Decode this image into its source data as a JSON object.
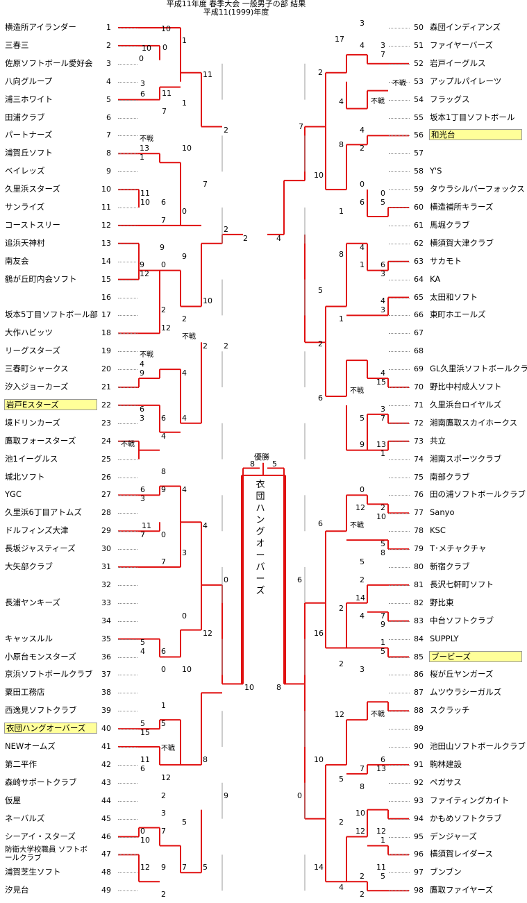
{
  "title_line1": "平成11年度 春季大会 一般男子の部 結果",
  "title_line2": "平成11(1999)年度",
  "champion_label": "優勝",
  "champion_name": "衣団ハングオーバーズ",
  "final_scores": {
    "left": "8",
    "right": "5"
  },
  "left_teams": [
    {
      "n": "1",
      "name": "横造所アイランダー"
    },
    {
      "n": "2",
      "name": "三春三"
    },
    {
      "n": "3",
      "name": "佐原ソフトボール愛好会"
    },
    {
      "n": "4",
      "name": "八向グループ"
    },
    {
      "n": "5",
      "name": "浦三ホワイト"
    },
    {
      "n": "6",
      "name": "田浦クラブ"
    },
    {
      "n": "7",
      "name": "パートナーズ"
    },
    {
      "n": "8",
      "name": "浦賀丘ソフト"
    },
    {
      "n": "9",
      "name": "ベイレッズ"
    },
    {
      "n": "10",
      "name": "久里浜スターズ"
    },
    {
      "n": "11",
      "name": "サンライズ"
    },
    {
      "n": "12",
      "name": "コーストスリー"
    },
    {
      "n": "13",
      "name": "追浜天神村"
    },
    {
      "n": "14",
      "name": "南友会"
    },
    {
      "n": "15",
      "name": "鶴が丘町内会ソフト"
    },
    {
      "n": "16",
      "name": ""
    },
    {
      "n": "17",
      "name": "坂本5丁目ソフトボール部"
    },
    {
      "n": "18",
      "name": "大作ハビッツ"
    },
    {
      "n": "19",
      "name": "リーグスターズ"
    },
    {
      "n": "20",
      "name": "三春町シャークス"
    },
    {
      "n": "21",
      "name": "汐入ジョーカーズ"
    },
    {
      "n": "22",
      "name": "岩戸Eスターズ",
      "hl": true
    },
    {
      "n": "23",
      "name": "境ドリンカーズ"
    },
    {
      "n": "24",
      "name": "鷹取フォースターズ"
    },
    {
      "n": "25",
      "name": "池1イーグルス"
    },
    {
      "n": "26",
      "name": "城北ソフト"
    },
    {
      "n": "27",
      "name": "YGC"
    },
    {
      "n": "28",
      "name": "久里浜6丁目アトムズ"
    },
    {
      "n": "29",
      "name": "ドルフィンズ大津"
    },
    {
      "n": "30",
      "name": "長坂ジャスティーズ"
    },
    {
      "n": "31",
      "name": "大矢部クラブ"
    },
    {
      "n": "32",
      "name": ""
    },
    {
      "n": "33",
      "name": "長浦ヤンキーズ"
    },
    {
      "n": "34",
      "name": ""
    },
    {
      "n": "35",
      "name": "キャッスルル"
    },
    {
      "n": "36",
      "name": "小原台モンスターズ"
    },
    {
      "n": "37",
      "name": "京浜ソフトボールクラブ"
    },
    {
      "n": "38",
      "name": "粟田工務店"
    },
    {
      "n": "39",
      "name": "西逸見ソフトクラブ"
    },
    {
      "n": "40",
      "name": "衣団ハングオーバーズ",
      "hl": true
    },
    {
      "n": "41",
      "name": "NEWオームズ"
    },
    {
      "n": "42",
      "name": "第二平作"
    },
    {
      "n": "43",
      "name": "森崎サポートクラブ"
    },
    {
      "n": "44",
      "name": "仮屋"
    },
    {
      "n": "45",
      "name": "ネーバルズ"
    },
    {
      "n": "46",
      "name": "シーアイ・スターズ"
    },
    {
      "n": "47",
      "name": "防衛大学校職員 ソフトボールクラブ",
      "small": true
    },
    {
      "n": "48",
      "name": "浦賀芝生ソフト"
    },
    {
      "n": "49",
      "name": "汐見台"
    }
  ],
  "right_teams": [
    {
      "n": "50",
      "name": "森団インディアンズ"
    },
    {
      "n": "51",
      "name": "ファイヤーバーズ"
    },
    {
      "n": "52",
      "name": "岩戸イーグルス"
    },
    {
      "n": "53",
      "name": "アップルパイレーツ"
    },
    {
      "n": "54",
      "name": "フラッグス"
    },
    {
      "n": "55",
      "name": "坂本1丁目ソフトボール"
    },
    {
      "n": "56",
      "name": "和光台",
      "hl": true
    },
    {
      "n": "57",
      "name": ""
    },
    {
      "n": "58",
      "name": "Y'S"
    },
    {
      "n": "59",
      "name": "タウラシルバーフォックス"
    },
    {
      "n": "60",
      "name": "横造補所キラーズ"
    },
    {
      "n": "61",
      "name": "馬堀クラブ"
    },
    {
      "n": "62",
      "name": "横須賀大津クラブ"
    },
    {
      "n": "63",
      "name": "サカモト"
    },
    {
      "n": "64",
      "name": "KA"
    },
    {
      "n": "65",
      "name": "太田和ソフト"
    },
    {
      "n": "66",
      "name": "東町ホエールズ"
    },
    {
      "n": "67",
      "name": ""
    },
    {
      "n": "68",
      "name": ""
    },
    {
      "n": "69",
      "name": "GL久里浜ソフトボールクラブ"
    },
    {
      "n": "70",
      "name": "野比中村成人ソフト"
    },
    {
      "n": "71",
      "name": "久里浜台ロイヤルズ"
    },
    {
      "n": "72",
      "name": "湘南鷹取スカイホークス"
    },
    {
      "n": "73",
      "name": "共立"
    },
    {
      "n": "74",
      "name": "湘南スポーツクラブ"
    },
    {
      "n": "75",
      "name": "南部クラブ"
    },
    {
      "n": "76",
      "name": "田の浦ソフトボールクラブ"
    },
    {
      "n": "77",
      "name": "Sanyo"
    },
    {
      "n": "78",
      "name": "KSC"
    },
    {
      "n": "79",
      "name": "T･メチャクチャ"
    },
    {
      "n": "80",
      "name": "新宿クラブ"
    },
    {
      "n": "81",
      "name": "長沢七軒町ソフト"
    },
    {
      "n": "82",
      "name": "野比東"
    },
    {
      "n": "83",
      "name": "中台ソフトクラブ"
    },
    {
      "n": "84",
      "name": "SUPPLY"
    },
    {
      "n": "85",
      "name": "ブービーズ",
      "hl": true
    },
    {
      "n": "86",
      "name": "桜が丘ヤンガーズ"
    },
    {
      "n": "87",
      "name": "ムツウラシーガルズ"
    },
    {
      "n": "88",
      "name": "スクラッチ"
    },
    {
      "n": "89",
      "name": ""
    },
    {
      "n": "90",
      "name": "池田山ソフトボールクラブ"
    },
    {
      "n": "91",
      "name": "駒林建設"
    },
    {
      "n": "92",
      "name": "ペガサス"
    },
    {
      "n": "93",
      "name": "ファイティングカイト"
    },
    {
      "n": "94",
      "name": "かもめソフトクラブ"
    },
    {
      "n": "95",
      "name": "デンジャーズ"
    },
    {
      "n": "96",
      "name": "横須賀レイダース"
    },
    {
      "n": "97",
      "name": "ブンブン"
    },
    {
      "n": "98",
      "name": "鷹取ファイヤーズ"
    }
  ],
  "scores": [
    {
      "t": "10",
      "k": "l1"
    },
    {
      "t": "0",
      "k": "l2"
    },
    {
      "t": "10",
      "k": "l3"
    },
    {
      "t": "0",
      "k": "l4"
    },
    {
      "t": "1",
      "k": "l5"
    },
    {
      "t": "3",
      "k": "l6"
    },
    {
      "t": "6",
      "k": "l7"
    },
    {
      "t": "11",
      "k": "l8"
    },
    {
      "t": "7",
      "k": "l9"
    },
    {
      "t": "1",
      "k": "l10"
    },
    {
      "t": "11",
      "k": "l11"
    },
    {
      "t": "不戦",
      "k": "l12"
    },
    {
      "t": "13",
      "k": "l13"
    },
    {
      "t": "1",
      "k": "l14"
    },
    {
      "t": "10",
      "k": "l15"
    },
    {
      "t": "11",
      "k": "l16"
    },
    {
      "t": "10",
      "k": "l17"
    },
    {
      "t": "6",
      "k": "l18"
    },
    {
      "t": "7",
      "k": "l19"
    },
    {
      "t": "0",
      "k": "l20"
    },
    {
      "t": "7",
      "k": "l21"
    },
    {
      "t": "2",
      "k": "l22"
    },
    {
      "t": "9",
      "k": "l23"
    },
    {
      "t": "9",
      "k": "l24"
    },
    {
      "t": "0",
      "k": "l25"
    },
    {
      "t": "9",
      "k": "l26"
    },
    {
      "t": "12",
      "k": "l27"
    },
    {
      "t": "2",
      "k": "l28"
    },
    {
      "t": "12",
      "k": "l29"
    },
    {
      "t": "2",
      "k": "l30"
    },
    {
      "t": "不戦",
      "k": "l31"
    },
    {
      "t": "不戦",
      "k": "l32"
    },
    {
      "t": "4",
      "k": "l33"
    },
    {
      "t": "9",
      "k": "l34"
    },
    {
      "t": "4",
      "k": "l35"
    },
    {
      "t": "6",
      "k": "l36"
    },
    {
      "t": "3",
      "k": "l37"
    },
    {
      "t": "6",
      "k": "l38"
    },
    {
      "t": "4",
      "k": "l39"
    },
    {
      "t": "不戦",
      "k": "l40"
    },
    {
      "t": "4",
      "k": "l41"
    },
    {
      "t": "2",
      "k": "l42"
    },
    {
      "t": "8",
      "k": "l43"
    },
    {
      "t": "6",
      "k": "l44"
    },
    {
      "t": "9",
      "k": "l45"
    },
    {
      "t": "3",
      "k": "l46"
    },
    {
      "t": "4",
      "k": "l47"
    },
    {
      "t": "4",
      "k": "l48"
    },
    {
      "t": "11",
      "k": "l49"
    },
    {
      "t": "7",
      "k": "l50"
    },
    {
      "t": "0",
      "k": "l51"
    },
    {
      "t": "3",
      "k": "l52"
    },
    {
      "t": "7",
      "k": "l53"
    },
    {
      "t": "0",
      "k": "l54"
    },
    {
      "t": "0",
      "k": "l55"
    },
    {
      "t": "12",
      "k": "l56"
    },
    {
      "t": "5",
      "k": "l57"
    },
    {
      "t": "4",
      "k": "l58"
    },
    {
      "t": "6",
      "k": "l59"
    },
    {
      "t": "0",
      "k": "l60"
    },
    {
      "t": "10",
      "k": "l61"
    },
    {
      "t": "1",
      "k": "l62"
    },
    {
      "t": "5",
      "k": "l63"
    },
    {
      "t": "5",
      "k": "l64"
    },
    {
      "t": "15",
      "k": "l65"
    },
    {
      "t": "11",
      "k": "l66"
    },
    {
      "t": "6",
      "k": "l67"
    },
    {
      "t": "12",
      "k": "l68"
    },
    {
      "t": "2",
      "k": "l69"
    },
    {
      "t": "不戦",
      "k": "l70"
    },
    {
      "t": "8",
      "k": "l71"
    },
    {
      "t": "3",
      "k": "l72"
    },
    {
      "t": "0",
      "k": "l73"
    },
    {
      "t": "10",
      "k": "l74"
    },
    {
      "t": "7",
      "k": "l75"
    },
    {
      "t": "5",
      "k": "l76"
    },
    {
      "t": "12",
      "k": "l77"
    },
    {
      "t": "9",
      "k": "l78"
    },
    {
      "t": "9",
      "k": "l79"
    },
    {
      "t": "7",
      "k": "l80"
    },
    {
      "t": "2",
      "k": "l81"
    },
    {
      "t": "5",
      "k": "l82"
    },
    {
      "t": "10",
      "k": "l83"
    },
    {
      "t": "2",
      "k": "l84"
    },
    {
      "t": "2",
      "k": "l85"
    },
    {
      "t": "2",
      "k": "l86"
    },
    {
      "t": "10",
      "k": "l87"
    },
    {
      "t": "3",
      "k": "r1"
    },
    {
      "t": "17",
      "k": "r2"
    },
    {
      "t": "4",
      "k": "r3"
    },
    {
      "t": "3",
      "k": "r4"
    },
    {
      "t": "7",
      "k": "r5"
    },
    {
      "t": "2",
      "k": "r6"
    },
    {
      "t": "不戦",
      "k": "r7"
    },
    {
      "t": "4",
      "k": "r8"
    },
    {
      "t": "不戦",
      "k": "r9"
    },
    {
      "t": "7",
      "k": "r10"
    },
    {
      "t": "4",
      "k": "r11"
    },
    {
      "t": "8",
      "k": "r12"
    },
    {
      "t": "2",
      "k": "r13"
    },
    {
      "t": "10",
      "k": "r14"
    },
    {
      "t": "0",
      "k": "r15"
    },
    {
      "t": "6",
      "k": "r16"
    },
    {
      "t": "5",
      "k": "r17"
    },
    {
      "t": "1",
      "k": "r18"
    },
    {
      "t": "0",
      "k": "r19"
    },
    {
      "t": "4",
      "k": "r20"
    },
    {
      "t": "8",
      "k": "r21"
    },
    {
      "t": "1",
      "k": "r22"
    },
    {
      "t": "6",
      "k": "r23"
    },
    {
      "t": "3",
      "k": "r24"
    },
    {
      "t": "5",
      "k": "r25"
    },
    {
      "t": "4",
      "k": "r26"
    },
    {
      "t": "1",
      "k": "r27"
    },
    {
      "t": "3",
      "k": "r28"
    },
    {
      "t": "2",
      "k": "r29"
    },
    {
      "t": "4",
      "k": "r30"
    },
    {
      "t": "4",
      "k": "r31"
    },
    {
      "t": "15",
      "k": "r32"
    },
    {
      "t": "6",
      "k": "r33"
    },
    {
      "t": "不戦",
      "k": "r34"
    },
    {
      "t": "3",
      "k": "r35"
    },
    {
      "t": "5",
      "k": "r36"
    },
    {
      "t": "7",
      "k": "r37"
    },
    {
      "t": "13",
      "k": "r38"
    },
    {
      "t": "9",
      "k": "r39"
    },
    {
      "t": "1",
      "k": "r40"
    },
    {
      "t": "0",
      "k": "r41"
    },
    {
      "t": "12",
      "k": "r42"
    },
    {
      "t": "2",
      "k": "r43"
    },
    {
      "t": "10",
      "k": "r44"
    },
    {
      "t": "不戦",
      "k": "r45"
    },
    {
      "t": "5",
      "k": "r46"
    },
    {
      "t": "8",
      "k": "r47"
    },
    {
      "t": "5",
      "k": "r48"
    },
    {
      "t": "2",
      "k": "r49"
    },
    {
      "t": "6",
      "k": "r50"
    },
    {
      "t": "14",
      "k": "r51"
    },
    {
      "t": "2",
      "k": "r52"
    },
    {
      "t": "4",
      "k": "r53"
    },
    {
      "t": "7",
      "k": "r54"
    },
    {
      "t": "9",
      "k": "r55"
    },
    {
      "t": "16",
      "k": "r56"
    },
    {
      "t": "1",
      "k": "r57"
    },
    {
      "t": "5",
      "k": "r58"
    },
    {
      "t": "2",
      "k": "r59"
    },
    {
      "t": "3",
      "k": "r60"
    },
    {
      "t": "6",
      "k": "r61"
    },
    {
      "t": "12",
      "k": "r62"
    },
    {
      "t": "不戦",
      "k": "r63"
    },
    {
      "t": "10",
      "k": "r64"
    },
    {
      "t": "6",
      "k": "r65"
    },
    {
      "t": "7",
      "k": "r66"
    },
    {
      "t": "13",
      "k": "r67"
    },
    {
      "t": "5",
      "k": "r68"
    },
    {
      "t": "8",
      "k": "r69"
    },
    {
      "t": "0",
      "k": "r70"
    },
    {
      "t": "10",
      "k": "r71"
    },
    {
      "t": "2",
      "k": "r72"
    },
    {
      "t": "12",
      "k": "r73"
    },
    {
      "t": "12",
      "k": "r74"
    },
    {
      "t": "1",
      "k": "r75"
    },
    {
      "t": "14",
      "k": "r76"
    },
    {
      "t": "11",
      "k": "r77"
    },
    {
      "t": "2",
      "k": "r78"
    },
    {
      "t": "5",
      "k": "r79"
    },
    {
      "t": "4",
      "k": "r80"
    },
    {
      "t": "2",
      "k": "r81"
    },
    {
      "t": "8",
      "k": "r82"
    }
  ]
}
